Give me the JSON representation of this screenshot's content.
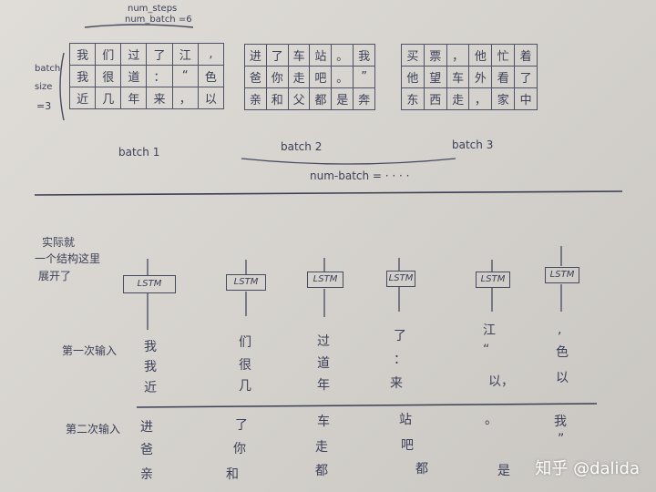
{
  "top_annotation": {
    "line1": "num_steps",
    "line2": "num_batch =6"
  },
  "batch_size_label": {
    "line1": "batch",
    "line2": "size",
    "line3": "=3"
  },
  "batches": [
    {
      "caption": "batch 1",
      "rows": [
        [
          "我",
          "们",
          "过",
          "了",
          "江",
          ","
        ],
        [
          "我",
          "很",
          "道",
          "：",
          "“",
          "色"
        ],
        [
          "近",
          "几",
          "年",
          "来",
          "，",
          "以"
        ]
      ]
    },
    {
      "caption": "batch 2",
      "rows": [
        [
          "进",
          "了",
          "车",
          "站",
          "。",
          "我"
        ],
        [
          "爸",
          "你",
          "走",
          "吧",
          "。",
          "”"
        ],
        [
          "亲",
          "和",
          "父",
          "都",
          "是",
          "奔"
        ]
      ]
    },
    {
      "caption": "batch 3",
      "rows": [
        [
          "买",
          "票",
          "，",
          "他",
          "忙",
          "着"
        ],
        [
          "他",
          "望",
          "车",
          "外",
          "看",
          "了"
        ],
        [
          "东",
          "西",
          "走",
          "，",
          "家",
          "中"
        ]
      ]
    }
  ],
  "num_batch_label": "num-batch = · · · ·",
  "section_title": {
    "line1": "实际就",
    "line2": "一个结构这里",
    "line3": "展开了"
  },
  "lstm_label": "LSTM",
  "first_input_label": "第一次输入",
  "second_input_label": "第二次输入",
  "first_inputs": [
    [
      "我",
      "我",
      "近"
    ],
    [
      "们",
      "很",
      "几"
    ],
    [
      "过",
      "道",
      "年"
    ],
    [
      "了",
      "：",
      "来"
    ],
    [
      "江",
      "“",
      "以，"
    ],
    [
      ",",
      "色",
      "以"
    ]
  ],
  "second_inputs": [
    [
      "进",
      "爸",
      "亲"
    ],
    [
      "了",
      "你",
      "和"
    ],
    [
      "车",
      "走",
      "都"
    ],
    [
      "站",
      "吧",
      "都"
    ],
    [
      "。",
      "",
      "是"
    ],
    [
      "我",
      "”",
      ""
    ]
  ],
  "watermark": "知乎 @dalida"
}
